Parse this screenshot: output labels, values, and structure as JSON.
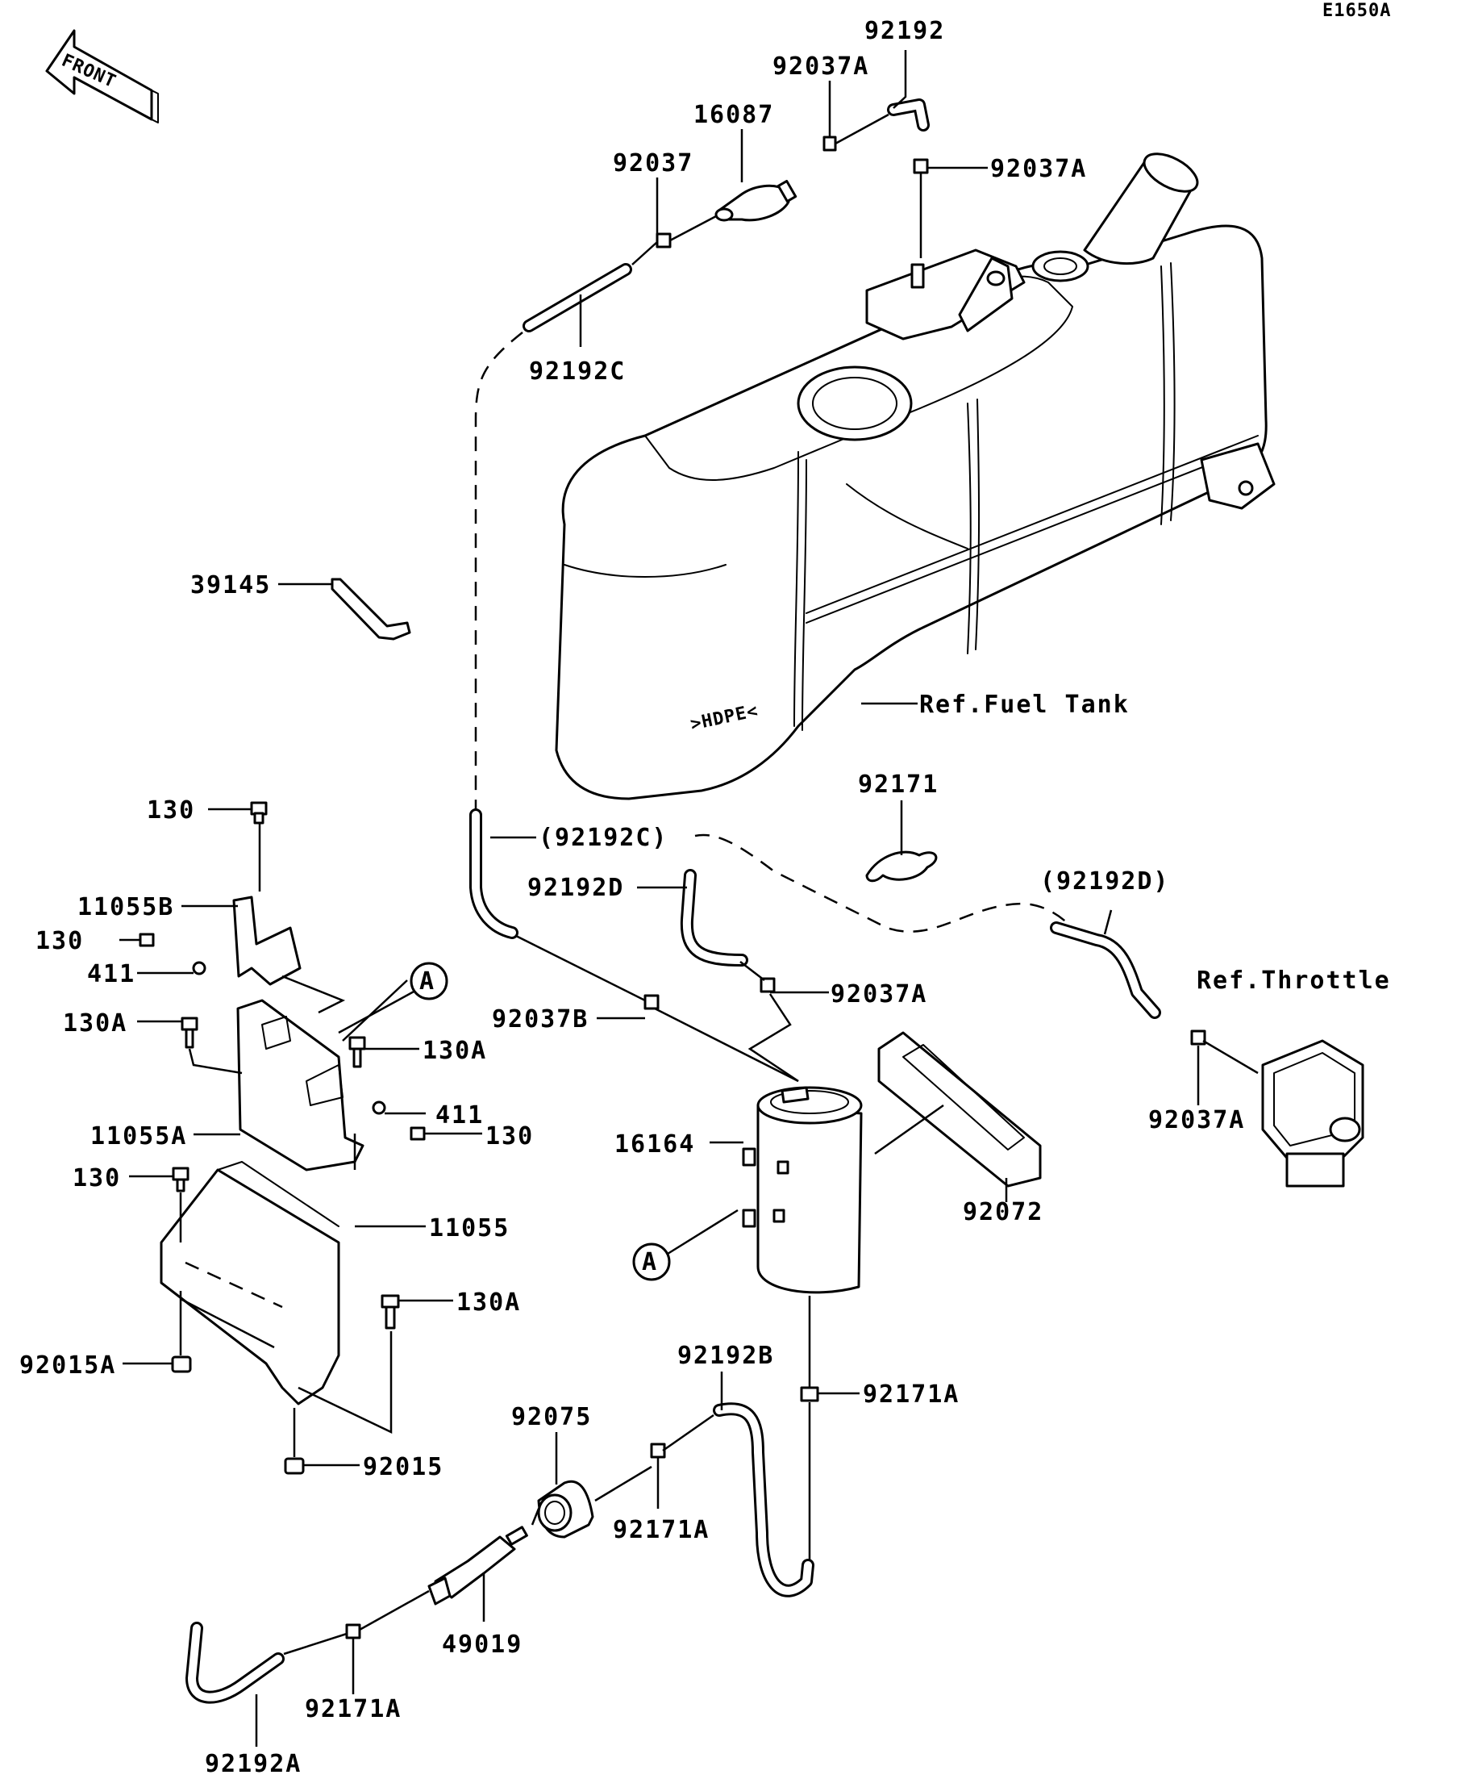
{
  "diagram_code": "E1650A",
  "front_label": "FRONT",
  "circle_marker": "A",
  "labels": {
    "l_92192_top": "92192",
    "l_92037A_top": "92037A",
    "l_16087": "16087",
    "l_92037_top": "92037",
    "l_92037A_tank": "92037A",
    "l_92192C": "92192C",
    "l_39145": "39145",
    "l_ref_fuel_tank": "Ref.Fuel Tank",
    "l_92171": "92171",
    "l_130_a": "130",
    "l_92192C_paren": "(92192C)",
    "l_92192D": "92192D",
    "l_92192D_paren": "(92192D)",
    "l_ref_throttle": "Ref.Throttle",
    "l_11055B": "11055B",
    "l_130_b": "130",
    "l_411_a": "411",
    "l_92037A_mid": "92037A",
    "l_92037B": "92037B",
    "l_130A_a": "130A",
    "l_130A_b": "130A",
    "l_411_b": "411",
    "l_130_c": "130",
    "l_11055A": "11055A",
    "l_16164": "16164",
    "l_92037A_right": "92037A",
    "l_130_d": "130",
    "l_11055": "11055",
    "l_92072": "92072",
    "l_130A_c": "130A",
    "l_92015A": "92015A",
    "l_92192B": "92192B",
    "l_92171A_a": "92171A",
    "l_92075": "92075",
    "l_92015": "92015",
    "l_92171A_b": "92171A",
    "l_49019": "49019",
    "l_92171A_c": "92171A",
    "l_92192A": "92192A",
    "tank_emboss": ">HDPE<"
  }
}
